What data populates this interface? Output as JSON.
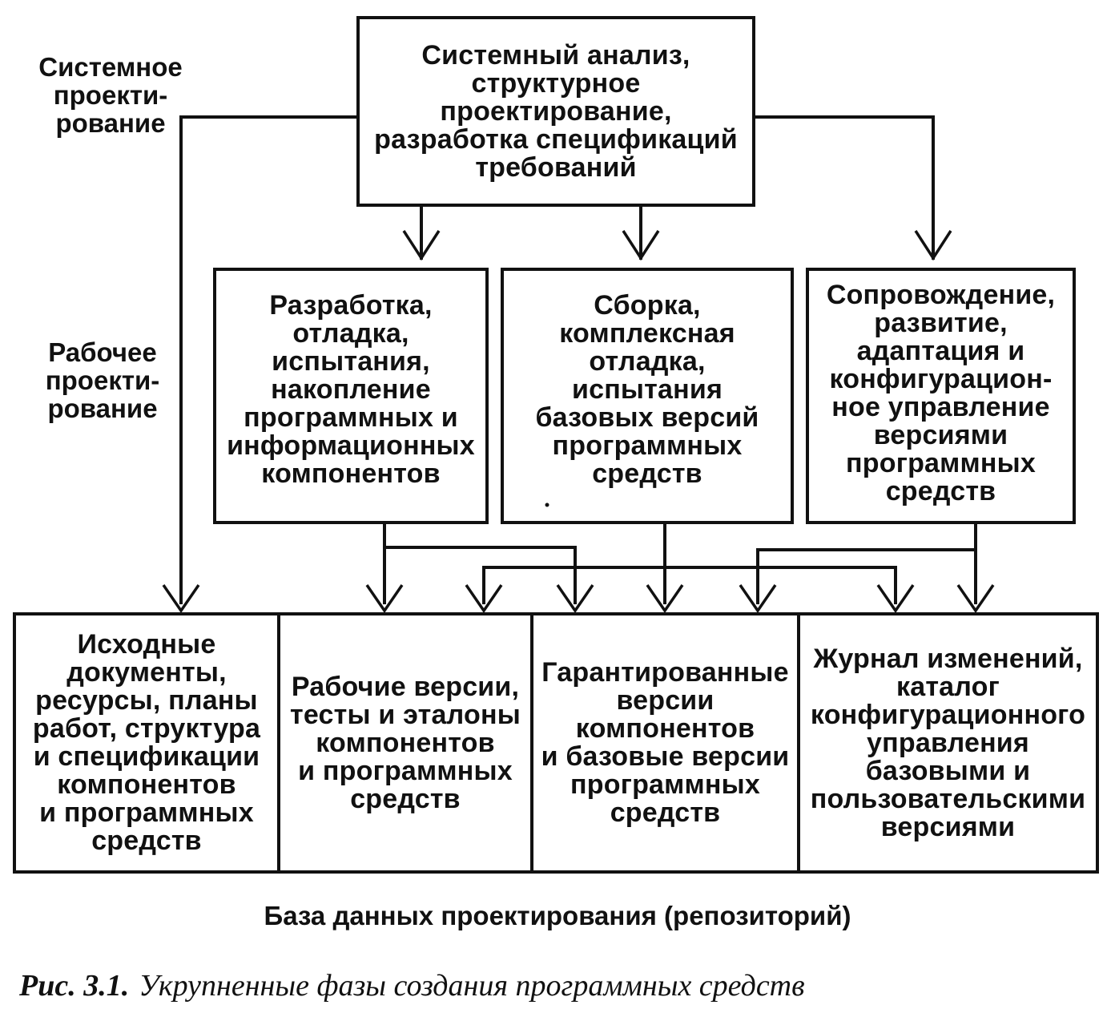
{
  "labels": {
    "system_design": "Системное\nпроекти-\nрование",
    "work_design": "Рабочее\nпроекти-\nрование"
  },
  "top_box": {
    "text": "Системный анализ,\nструктурное\nпроектирование,\nразработка спецификаций\nтребований"
  },
  "middle_boxes": [
    {
      "text": "Разработка,\nотладка,\nиспытания,\nнакопление\nпрограммных и\nинформационных\nкомпонентов"
    },
    {
      "text": "Сборка,\nкомплексная\nотладка,\nиспытания\nбазовых версий\nпрограммных\nсредств"
    },
    {
      "text": "Сопровождение,\nразвитие,\nадаптация и\nконфигурацион-\nное управление\nверсиями\nпрограммных\nсредств"
    }
  ],
  "repository_cells": [
    {
      "text": "Исходные\nдокументы,\nресурсы, планы\nработ, структура\nи спецификации\nкомпонентов\nи программных\nсредств"
    },
    {
      "text": "Рабочие версии,\nтесты и эталоны\nкомпонентов\nи программных\nсредств"
    },
    {
      "text": "Гарантированные\nверсии\nкомпонентов\nи базовые версии\nпрограммных\nсредств"
    },
    {
      "text": "Журнал изменений,\nкаталог\nконфигурационного\nуправления\nбазовыми и\nпользовательскими\nверсиями"
    }
  ],
  "repository_caption": "База данных проектирования (репозиторий)",
  "figure": {
    "number": "Рис. 3.1.",
    "title": "Укрупненные фазы создания программных средств"
  }
}
